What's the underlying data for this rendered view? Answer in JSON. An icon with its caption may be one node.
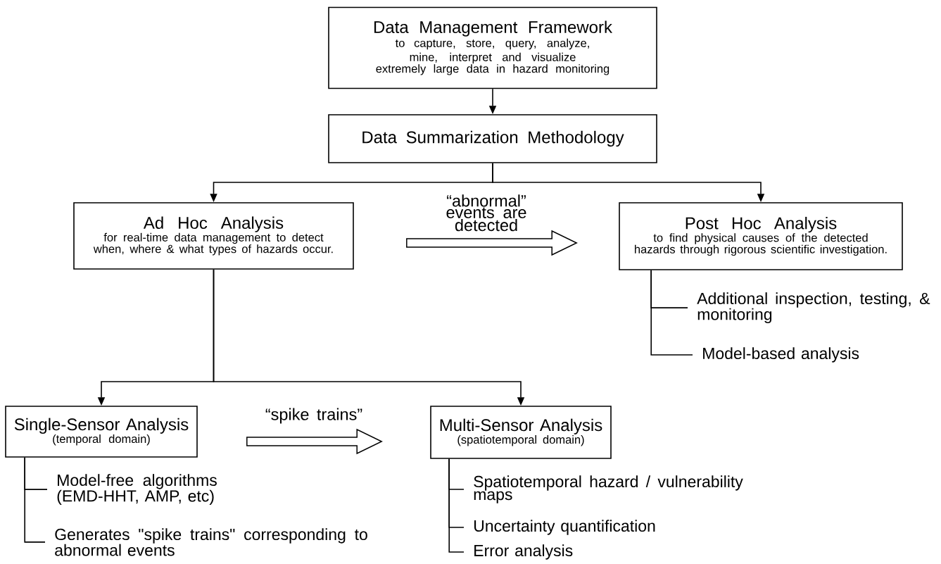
{
  "diagram": {
    "nodes": [
      {
        "text": [
          "Data Management Framework",
          "to capture, store, query, analyze, mine, interpret and visualize",
          "extremely large data in hazard monitoring"
        ]
      },
      {
        "text": [
          "Data Summarization Methodology"
        ]
      },
      {
        "text": [
          "Ad Hoc Analysis",
          "for real-time data management to detect when, where & what types of hazards occur."
        ]
      },
      {
        "text": [
          "Post Hoc Analysis",
          "to find physical causes of the detected hazards through rigorous scientific investigation."
        ]
      },
      {
        "text": [
          "Single-Sensor Analysis",
          "(temporal domain)"
        ]
      },
      {
        "text": [
          "Multi-Sensor Analysis",
          "(spatiotemporal domain)"
        ]
      },
      {
        "text": [
          "Additional inspection, testing, & monitoring"
        ]
      },
      {
        "text": [
          "Model-based analysis"
        ]
      },
      {
        "text": [
          "Model-free algorithms (EMD-HHT, AMP, etc)"
        ]
      },
      {
        "text": [
          "Generates \"spike trains\" corresponding to abnormal events"
        ]
      },
      {
        "text": [
          "Spatiotemporal hazard / vulnerability maps"
        ]
      },
      {
        "text": [
          "Uncertainty quantification"
        ]
      },
      {
        "text": [
          "Error analysis"
        ]
      }
    ],
    "edges": [
      {
        "from": 0,
        "to": 1,
        "arrow": "to"
      },
      {
        "from": 1,
        "to": 2,
        "arrow": "to"
      },
      {
        "from": 1,
        "to": 3,
        "arrow": "to"
      },
      {
        "from": 2,
        "to": 3,
        "arrow": "to",
        "label": "“abnormal” events are detected",
        "style": "thick"
      },
      {
        "from": 2,
        "to": 4,
        "arrow": "to"
      },
      {
        "from": 2,
        "to": 5,
        "arrow": "to"
      },
      {
        "from": 4,
        "to": 5,
        "arrow": "to",
        "label": "“spike trains”",
        "style": "thick"
      },
      {
        "from": 3,
        "to": 6,
        "arrow": "none"
      },
      {
        "from": 3,
        "to": 7,
        "arrow": "none"
      },
      {
        "from": 4,
        "to": 8,
        "arrow": "none"
      },
      {
        "from": 4,
        "to": 9,
        "arrow": "none"
      },
      {
        "from": 5,
        "to": 10,
        "arrow": "none"
      },
      {
        "from": 5,
        "to": 11,
        "arrow": "none"
      },
      {
        "from": 5,
        "to": 12,
        "arrow": "none"
      }
    ]
  }
}
